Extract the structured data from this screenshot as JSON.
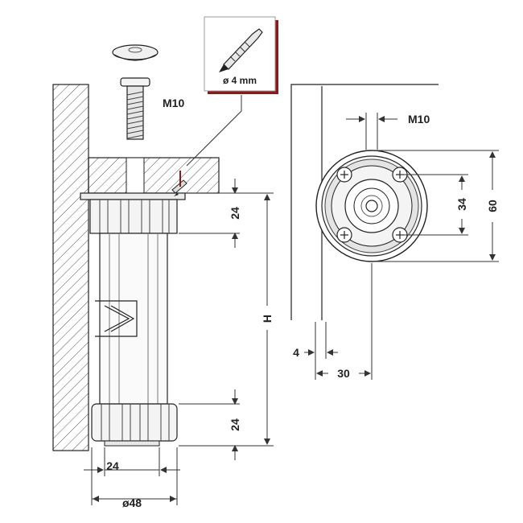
{
  "screw_box": {
    "label": "ø 4 mm",
    "border_color": "#8b1a1a"
  },
  "labels": {
    "bolt_thread_side": "M10",
    "bolt_thread_top": "M10",
    "height": "H",
    "top_collar": "24",
    "bottom_collar": "24",
    "foot_core": "24",
    "foot_diameter": "ø48",
    "bolt_circle": "34",
    "plate_diameter": "60",
    "gap": "4",
    "offset": "30"
  },
  "colors": {
    "line": "#222222",
    "dim": "#333333",
    "hatch": "#555555",
    "accent": "#8b1a1a"
  }
}
